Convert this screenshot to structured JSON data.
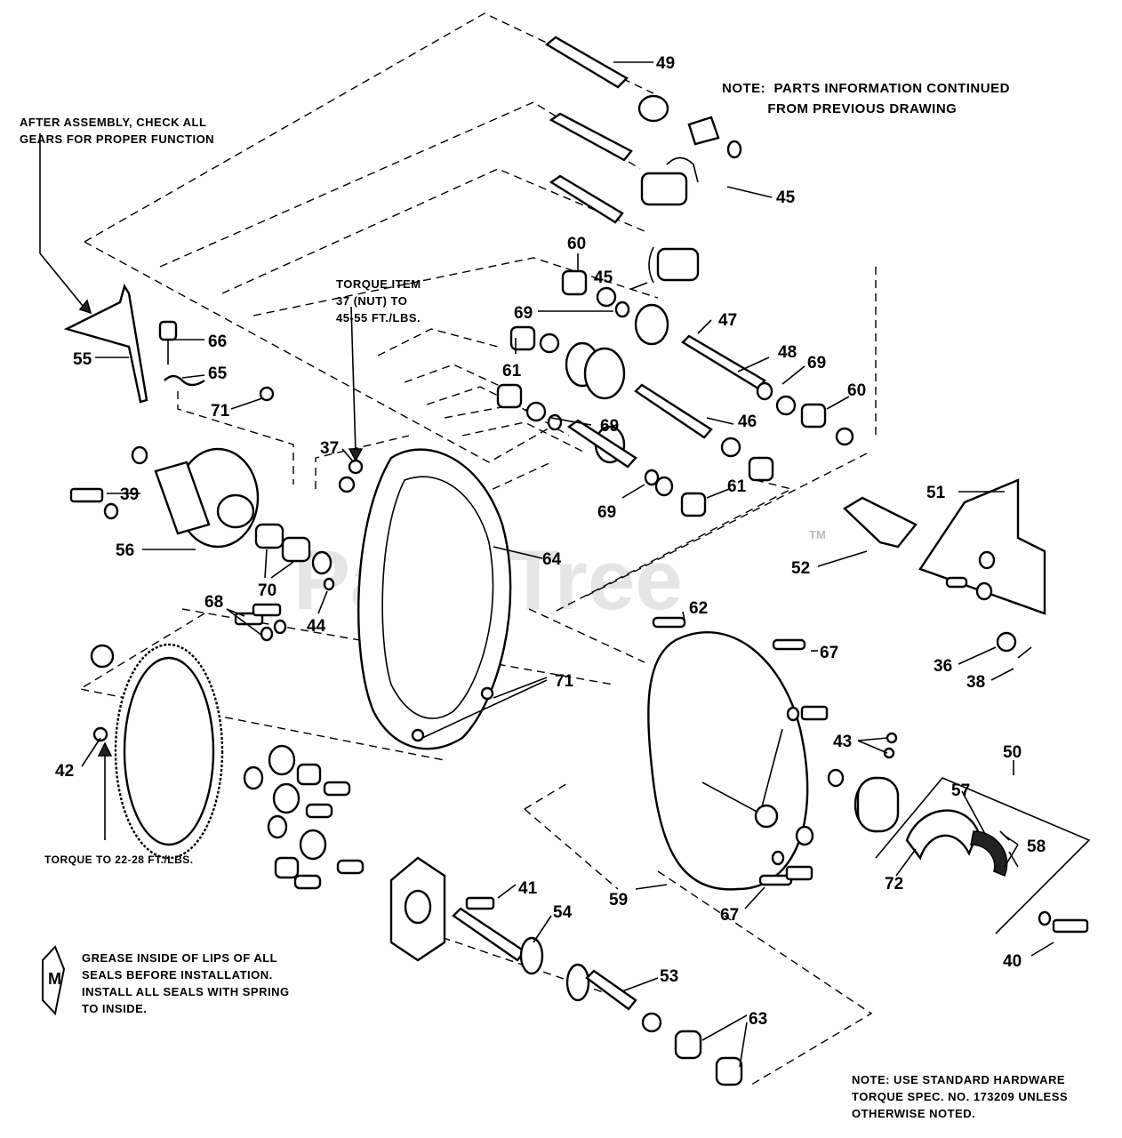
{
  "notes": {
    "top_right": "NOTE:  PARTS INFORMATION CONTINUED\n           FROM PREVIOUS DRAWING",
    "top_left": "AFTER ASSEMBLY, CHECK ALL\nGEARS FOR PROPER FUNCTION",
    "torque_nut": "TORQUE ITEM\n37 (NUT) TO\n45-55 FT./LBS.",
    "torque_gear": "TORQUE TO 22-28 FT./LBS.",
    "grease": "GREASE INSIDE OF LIPS OF ALL\nSEALS BEFORE INSTALLATION.\nINSTALL ALL SEALS WITH SPRING\nTO INSIDE.",
    "grease_symbol": "M",
    "bottom_right": "NOTE: USE STANDARD HARDWARE\nTORQUE SPEC. NO. 173209 UNLESS\nOTHERWISE NOTED."
  },
  "watermark": "PartsTree",
  "watermark_tm": "TM",
  "callouts": [
    "49",
    "45",
    "45",
    "60",
    "69",
    "47",
    "48",
    "69",
    "60",
    "46",
    "61",
    "69",
    "69",
    "61",
    "66",
    "65",
    "55",
    "71",
    "37",
    "39",
    "56",
    "70",
    "44",
    "64",
    "68",
    "51",
    "52",
    "62",
    "67",
    "36",
    "38",
    "71",
    "43",
    "42",
    "50",
    "57",
    "58",
    "72",
    "59",
    "67",
    "41",
    "54",
    "53",
    "63",
    "40"
  ]
}
